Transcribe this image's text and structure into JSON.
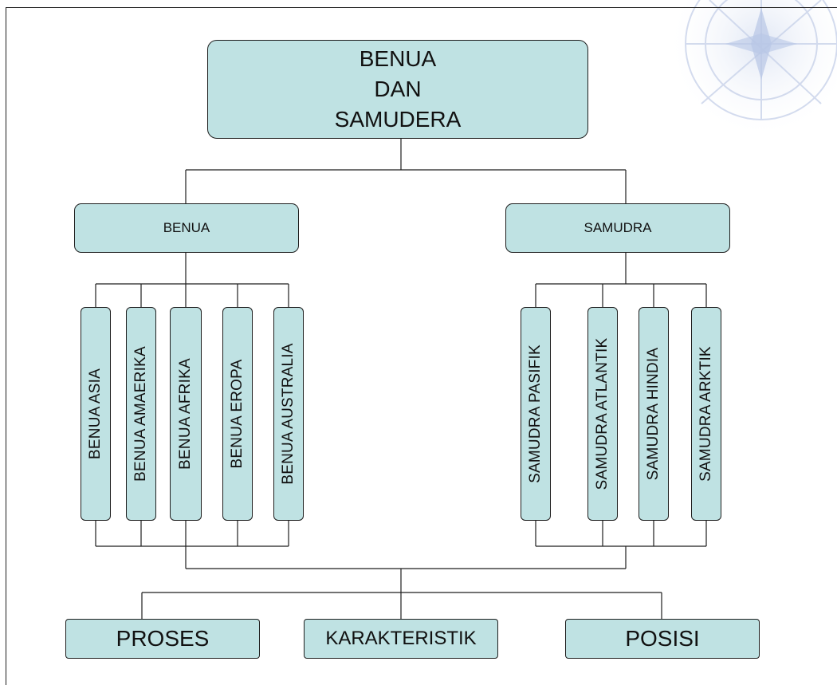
{
  "root": {
    "lines": [
      "BENUA",
      "DAN",
      "SAMUDERA"
    ]
  },
  "branches": {
    "benua": {
      "label": "BENUA",
      "items": [
        "BENUA ASIA",
        "BENUA AMAERIKA",
        "BENUA AFRIKA",
        "BENUA EROPA",
        "BENUA AUSTRALIA"
      ]
    },
    "samudra": {
      "label": "SAMUDRA",
      "items": [
        "SAMUDRA PASIFIK",
        "SAMUDRA ATLANTIK",
        "SAMUDRA HINDIA",
        "SAMUDRA ARKTIK"
      ]
    }
  },
  "outcomes": [
    "PROSES",
    "KARAKTERISTIK",
    "POSISI"
  ],
  "colors": {
    "box_fill": "#bfe2e3",
    "line": "#1e1e1e"
  },
  "decoration": "compass-watermark"
}
